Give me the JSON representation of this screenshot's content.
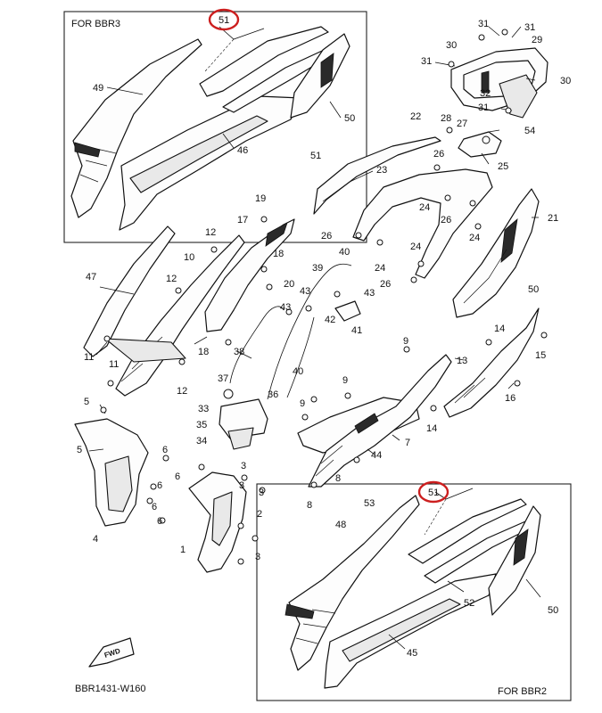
{
  "diagram": {
    "code": "BBR1431-W160",
    "fwd_label": "FWD",
    "boxes": [
      {
        "id": "bbr3",
        "label": "FOR BBR3"
      },
      {
        "id": "bbr2",
        "label": "FOR BBR2"
      }
    ],
    "highlight_color": "#cc1f1f",
    "line_color": "#111111",
    "part_numbers": {
      "p1": "1",
      "p2": "2",
      "p3a": "3",
      "p3b": "3",
      "p3c": "3",
      "p3d": "3",
      "p4": "4",
      "p5a": "5",
      "p5b": "5",
      "p6a": "6",
      "p6b": "6",
      "p6c": "6",
      "p6d": "6",
      "p6e": "6",
      "p7": "7",
      "p8a": "8",
      "p8b": "8",
      "p9a": "9",
      "p9b": "9",
      "p9c": "9",
      "p10": "10",
      "p11a": "11",
      "p11b": "11",
      "p12a": "12",
      "p12b": "12",
      "p12c": "12",
      "p13": "13",
      "p14a": "14",
      "p14b": "14",
      "p15": "15",
      "p16": "16",
      "p17": "17",
      "p18a": "18",
      "p18b": "18",
      "p19": "19",
      "p20": "20",
      "p21": "21",
      "p22": "22",
      "p23": "23",
      "p24a": "24",
      "p24b": "24",
      "p24c": "24",
      "p24d": "24",
      "p25": "25",
      "p26a": "26",
      "p26b": "26",
      "p26c": "26",
      "p26d": "26",
      "p27": "27",
      "p28": "28",
      "p29": "29",
      "p30a": "30",
      "p30b": "30",
      "p31a": "31",
      "p31b": "31",
      "p31c": "31",
      "p31d": "31",
      "p32": "32",
      "p33": "33",
      "p34": "34",
      "p35": "35",
      "p36": "36",
      "p37": "37",
      "p38": "38",
      "p39": "39",
      "p40a": "40",
      "p40b": "40",
      "p41": "41",
      "p42": "42",
      "p43a": "43",
      "p43b": "43",
      "p43c": "43",
      "p44": "44",
      "p45": "45",
      "p46": "46",
      "p47": "47",
      "p48": "48",
      "p49": "49",
      "p50a": "50",
      "p50b": "50",
      "p50c": "50",
      "p51a": "51",
      "p51b": "51",
      "p51c": "51",
      "p52": "52",
      "p53": "53",
      "p54": "54"
    }
  }
}
